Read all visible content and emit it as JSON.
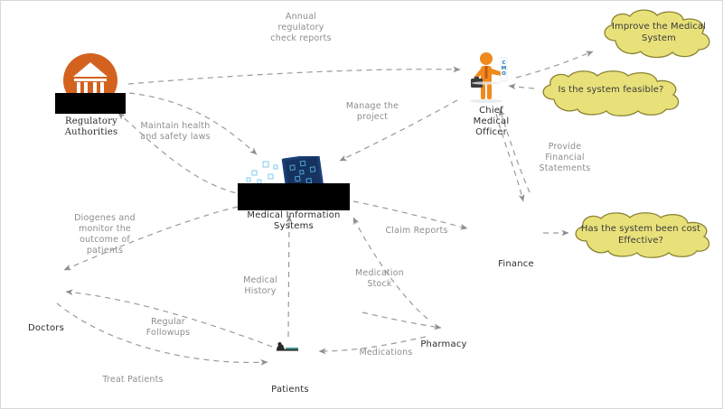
{
  "diagram": {
    "title": "Medical Information Systems context diagram",
    "background_color": "#ffffff",
    "edge_color": "#9a9a9a",
    "label_color": "#8d8d8d",
    "node_label_color": "#2b2b2b",
    "cloud_fill": "#e8e17a",
    "cloud_stroke": "#8a8232",
    "accent_orange": "#d4621f",
    "tablet_blue": "#1b3f77"
  },
  "nodes": [
    {
      "id": "regulatory",
      "label": "Regulatory\nAuthorities",
      "icon": "bank-building-icon"
    },
    {
      "id": "cmo",
      "label": "Chief\nMedical\nOfficer",
      "icon": "businessman-cmo-icon",
      "badge": "CMO"
    },
    {
      "id": "mis",
      "label": "Medical Information\nSystems",
      "icon": "tablet-device-icon"
    },
    {
      "id": "doctors",
      "label": "Doctors",
      "icon": "none"
    },
    {
      "id": "patients",
      "label": "Patients",
      "icon": "patient-in-bed-icon"
    },
    {
      "id": "pharmacy",
      "label": "Pharmacy",
      "icon": "none"
    },
    {
      "id": "finance",
      "label": "Finance",
      "icon": "none"
    }
  ],
  "edge_labels": [
    {
      "id": "annual-regulatory-check-reports",
      "text": "Annual\nregulatory\ncheck reports"
    },
    {
      "id": "maintain-health-and-safety-laws",
      "text": "Maintain health\nand safety laws"
    },
    {
      "id": "manage-the-project",
      "text": "Manage the\nproject"
    },
    {
      "id": "provide-financial-statements",
      "text": "Provide\nFinancial\nStatements"
    },
    {
      "id": "claim-reports",
      "text": "Claim Reports"
    },
    {
      "id": "diogenes-and-monitor-the-outcome-of-patients",
      "text": "Diogenes and\nmonitor the\noutcome of\npatients"
    },
    {
      "id": "medical-history",
      "text": "Medical\nHistory"
    },
    {
      "id": "medication-stock",
      "text": "Medication\nStock"
    },
    {
      "id": "regular-followups",
      "text": "Regular\nFollowups"
    },
    {
      "id": "medications",
      "text": "Medications"
    },
    {
      "id": "treat-patients",
      "text": "Treat Patients"
    }
  ],
  "clouds": [
    {
      "id": "improve-the-medical-system",
      "text": "Improve the Medical\nSystem"
    },
    {
      "id": "is-the-system-feasible",
      "text": "Is the system feasible?"
    },
    {
      "id": "has-the-system-been-cost-effective",
      "text": "Has the system been cost\nEffective?"
    }
  ]
}
